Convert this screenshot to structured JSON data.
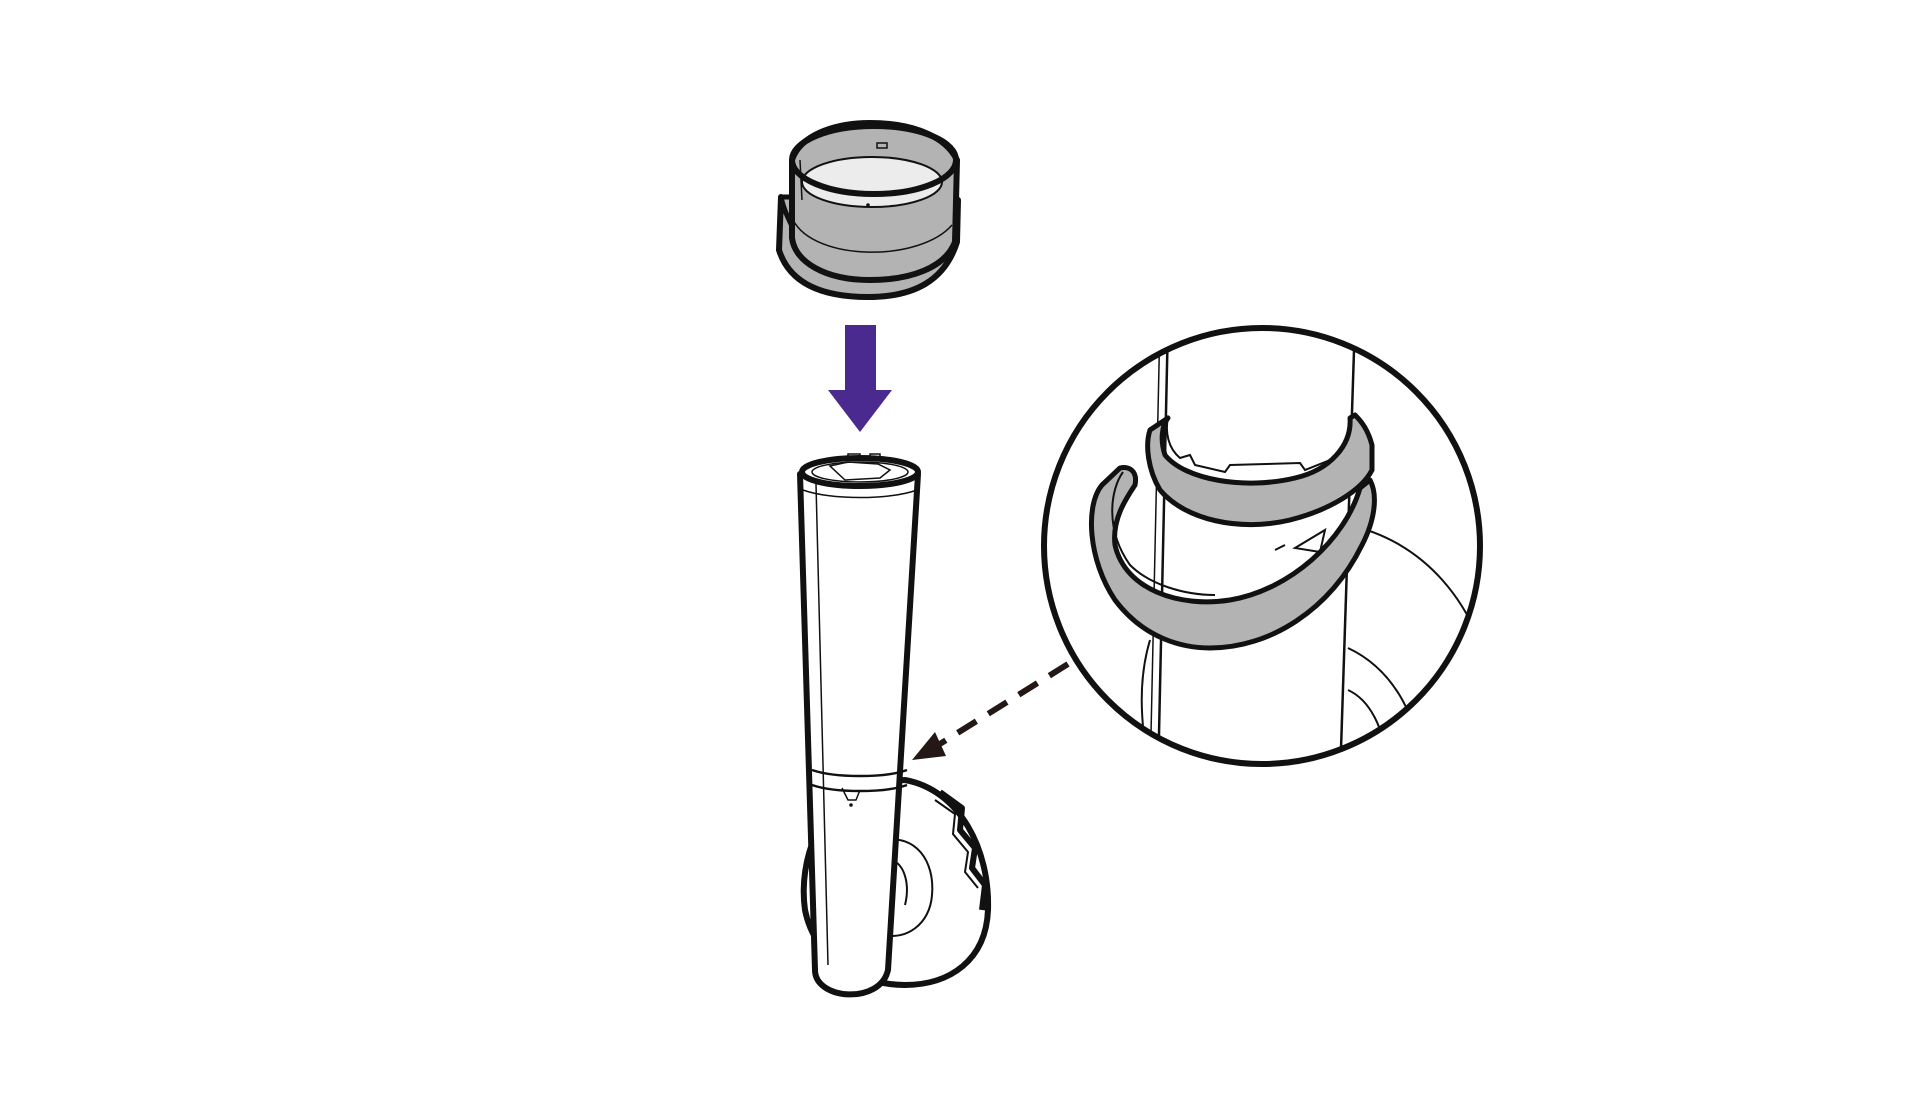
{
  "diagram": {
    "colors": {
      "background": "#ffffff",
      "outline": "#111111",
      "ring_fill": "#b3b3b3",
      "ring_inner": "#ececec",
      "arrow": "#4a2a8f",
      "pointer": "#231815"
    },
    "parts": {
      "ring": "clip-ring",
      "pole": "pole",
      "base": "round-base",
      "detail": "magnified-detail"
    },
    "arrows": {
      "insert_direction": "down",
      "pointer_style": "dashed"
    }
  }
}
